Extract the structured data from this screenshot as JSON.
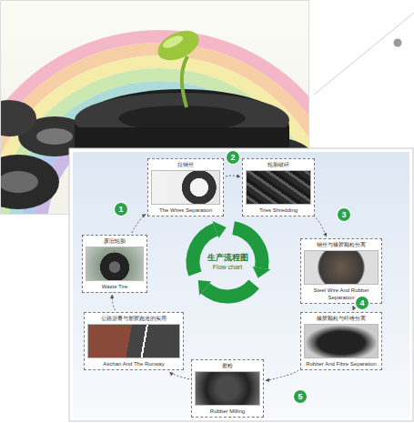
{
  "diagram": {
    "nodes": [
      {
        "text": [
          "废旧轮胎",
          "Waste Tire"
        ]
      },
      {
        "text": [
          "拉钢丝",
          "The Wires Separation"
        ]
      },
      {
        "text": [
          "轮胎破碎",
          "Tires Shredding"
        ]
      },
      {
        "text": [
          "钢丝与橡胶颗粒分离",
          "Steel Wire And Rubber Separation"
        ]
      },
      {
        "text": [
          "橡胶颗粒与纤维分离",
          "Rubber And Fibre Separation"
        ]
      },
      {
        "text": [
          "磨粉",
          "Rubber Milling"
        ]
      },
      {
        "text": [
          "公路沥青与塑胶跑道的实用",
          "Aschan And The Runway"
        ]
      }
    ],
    "edges": [
      {
        "from": 0,
        "to": 1,
        "arrow": "to"
      },
      {
        "from": 1,
        "to": 2,
        "arrow": "to"
      },
      {
        "from": 2,
        "to": 3,
        "arrow": "to"
      },
      {
        "from": 3,
        "to": 4,
        "arrow": "to"
      },
      {
        "from": 4,
        "to": 5,
        "arrow": "to"
      },
      {
        "from": 5,
        "to": 6,
        "arrow": "to"
      },
      {
        "from": 6,
        "to": 0,
        "arrow": "to"
      }
    ],
    "labels": [
      "生产流程图",
      "Flow chart",
      "1",
      "2",
      "3",
      "4",
      "5"
    ]
  }
}
